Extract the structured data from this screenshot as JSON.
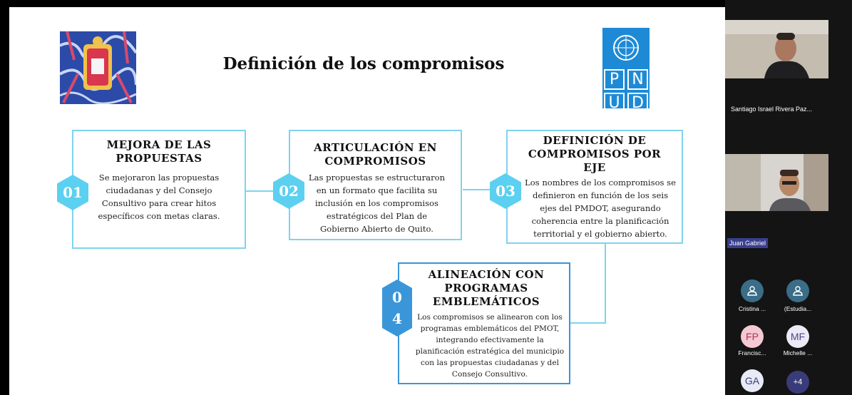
{
  "slide": {
    "title": "Definición de los compromisos",
    "logo_text": [
      "P",
      "N",
      "U",
      "D"
    ],
    "steps": [
      {
        "number": "01",
        "title": "MEJORA DE LAS PROPUESTAS",
        "text": "Se mejoraron las propuestas ciudadanas y del Consejo Consultivo para crear hitos específicos con metas claras."
      },
      {
        "number": "02",
        "title": "ARTICULACIÓN EN COMPROMISOS",
        "text": "Las propuestas se estructuraron en un formato que facilita su inclusión en los compromisos estratégicos del Plan de Gobierno Abierto de Quito."
      },
      {
        "number": "03",
        "title": "DEFINICIÓN DE COMPROMISOS POR EJE",
        "text": "Los nombres de los compromisos se definieron en función de los seis ejes del PMDOT, asegurando coherencia entre la planificación territorial y el gobierno abierto."
      },
      {
        "number_top": "0",
        "number_bottom": "4",
        "title": "ALINEACIÓN CON PROGRAMAS EMBLEMÁTICOS",
        "text": "Los compromisos se alinearon con los programas emblemáticos del PMOT, integrando efectivamente la planificación estratégica del municipio con las propuestas ciudadanas y del Consejo Consultivo."
      }
    ]
  },
  "participants": {
    "video": [
      {
        "name": "Santiago Israel Rivera Paz..."
      },
      {
        "name": "Juan Gabriel"
      }
    ],
    "avatars": [
      {
        "initials": "",
        "label": "Cristina ...",
        "color": "#3a6d87"
      },
      {
        "initials": "",
        "label": "(Estudia...",
        "color": "#3a6d87"
      },
      {
        "initials": "FP",
        "label": "Francisc...",
        "color": "#f5c9d4"
      },
      {
        "initials": "MF",
        "label": "Michelle ...",
        "color": "#eceaf6"
      },
      {
        "initials": "GA",
        "label": "",
        "color": "#e8eaf6"
      },
      {
        "initials": "+4",
        "label": "",
        "color": "#3a3c7a"
      }
    ]
  }
}
